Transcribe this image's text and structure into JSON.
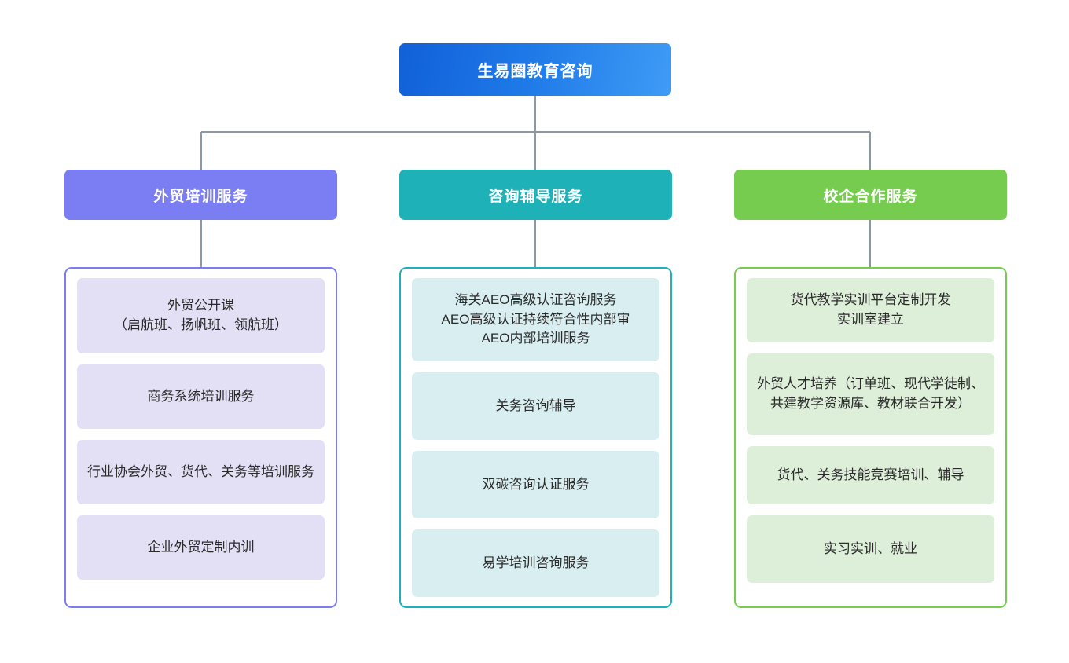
{
  "chart_data": {
    "type": "diagram",
    "title": "生易圈教育咨询",
    "layout": "top-down organizational tree, 1 root -> 3 branches -> leaf cards",
    "line_color": "#8b98a8"
  },
  "root": {
    "label": "生易圈教育咨询",
    "color_start": "#1160d8",
    "color_end": "#3f9bf5"
  },
  "branches": [
    {
      "header": "外贸培训服务",
      "color": "#7b7ef2",
      "card_color": "#e3dff4",
      "items": [
        "外贸公开课\n（启航班、扬帆班、领航班）",
        "商务系统培训服务",
        "行业协会外贸、货代、关务等培训服务",
        "企业外贸定制内训"
      ]
    },
    {
      "header": "咨询辅导服务",
      "color": "#1eb2b8",
      "card_color": "#d9eef0",
      "items": [
        "海关AEO高级认证咨询服务\nAEO高级认证持续符合性内部审\nAEO内部培训服务",
        "关务咨询辅导",
        "双碳咨询认证服务",
        "易学培训咨询服务"
      ]
    },
    {
      "header": "校企合作服务",
      "color": "#76cc4f",
      "card_color": "#ddeed9",
      "items": [
        "货代教学实训平台定制开发\n实训室建立",
        "外贸人才培养（订单班、现代学徒制、共建教学资源库、教材联合开发）",
        "货代、关务技能竞赛培训、辅导",
        "实习实训、就业"
      ]
    }
  ]
}
